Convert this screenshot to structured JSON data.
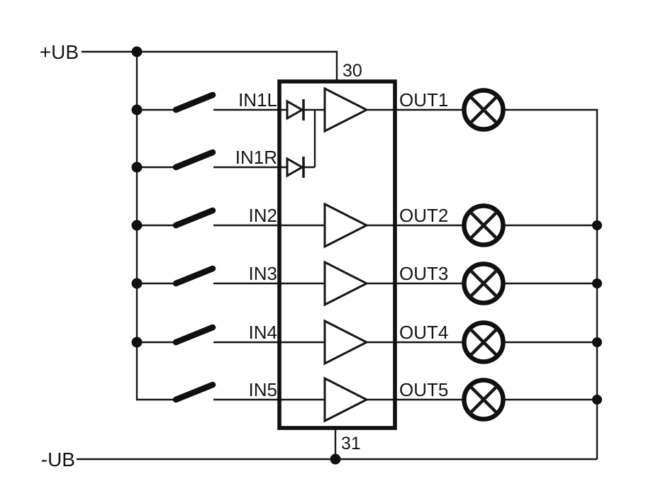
{
  "diagram": {
    "type": "circuit-schematic",
    "description": "Five-channel lamp driver IC with switched inputs, diode-OR on channel 1, amplifier buffers and lamp loads",
    "power": {
      "positive_rail": "+UB",
      "negative_rail": "-UB"
    },
    "ic": {
      "top_pin_label": "30",
      "bottom_pin_label": "31"
    },
    "inputs": [
      "IN1L",
      "IN1R",
      "IN2",
      "IN3",
      "IN4",
      "IN5"
    ],
    "outputs": [
      "OUT1",
      "OUT2",
      "OUT3",
      "OUT4",
      "OUT5"
    ],
    "components": {
      "switch_count": 6,
      "input_diode_count": 2,
      "amplifier_count": 5,
      "lamp_count": 5
    },
    "colors": {
      "ink": "#161616",
      "background": "#ffffff"
    }
  }
}
